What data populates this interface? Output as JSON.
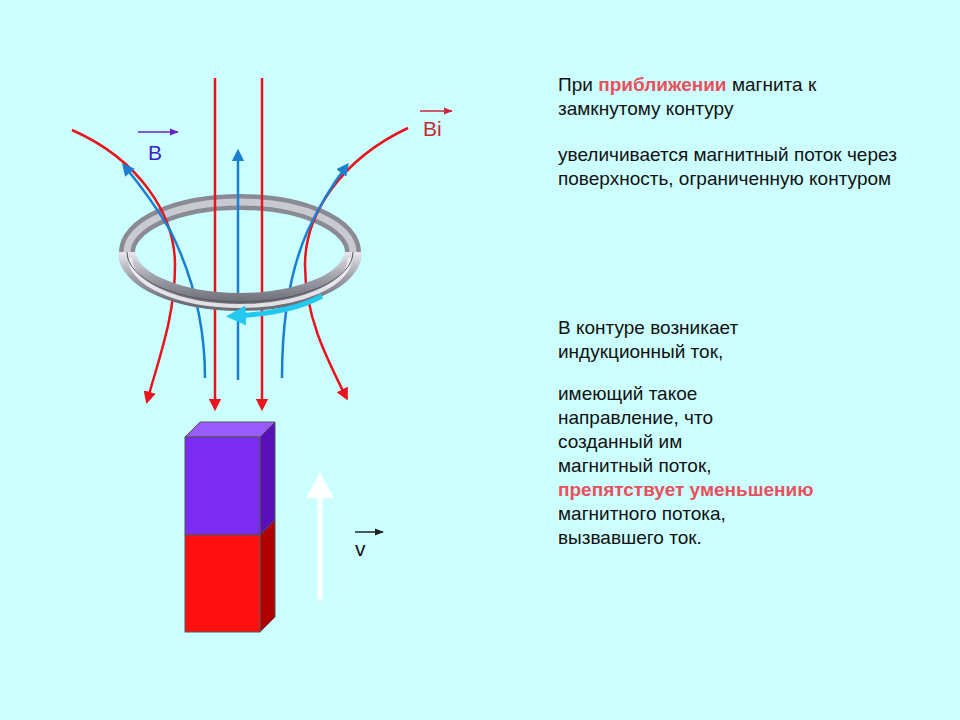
{
  "diagram": {
    "labels": [
      "B",
      "Bi",
      "v",
      "При",
      "приближении",
      "магнита к замкнутому контуру",
      "увеличивается магнитный поток через поверхность, ограниченную контуром",
      "В контуре возникает индукционный ток,",
      "имеющий такое направление, что созданный им магнитный поток,",
      "препятствует уменьшению",
      "магнитного потока, вызвавшего ток."
    ]
  }
}
